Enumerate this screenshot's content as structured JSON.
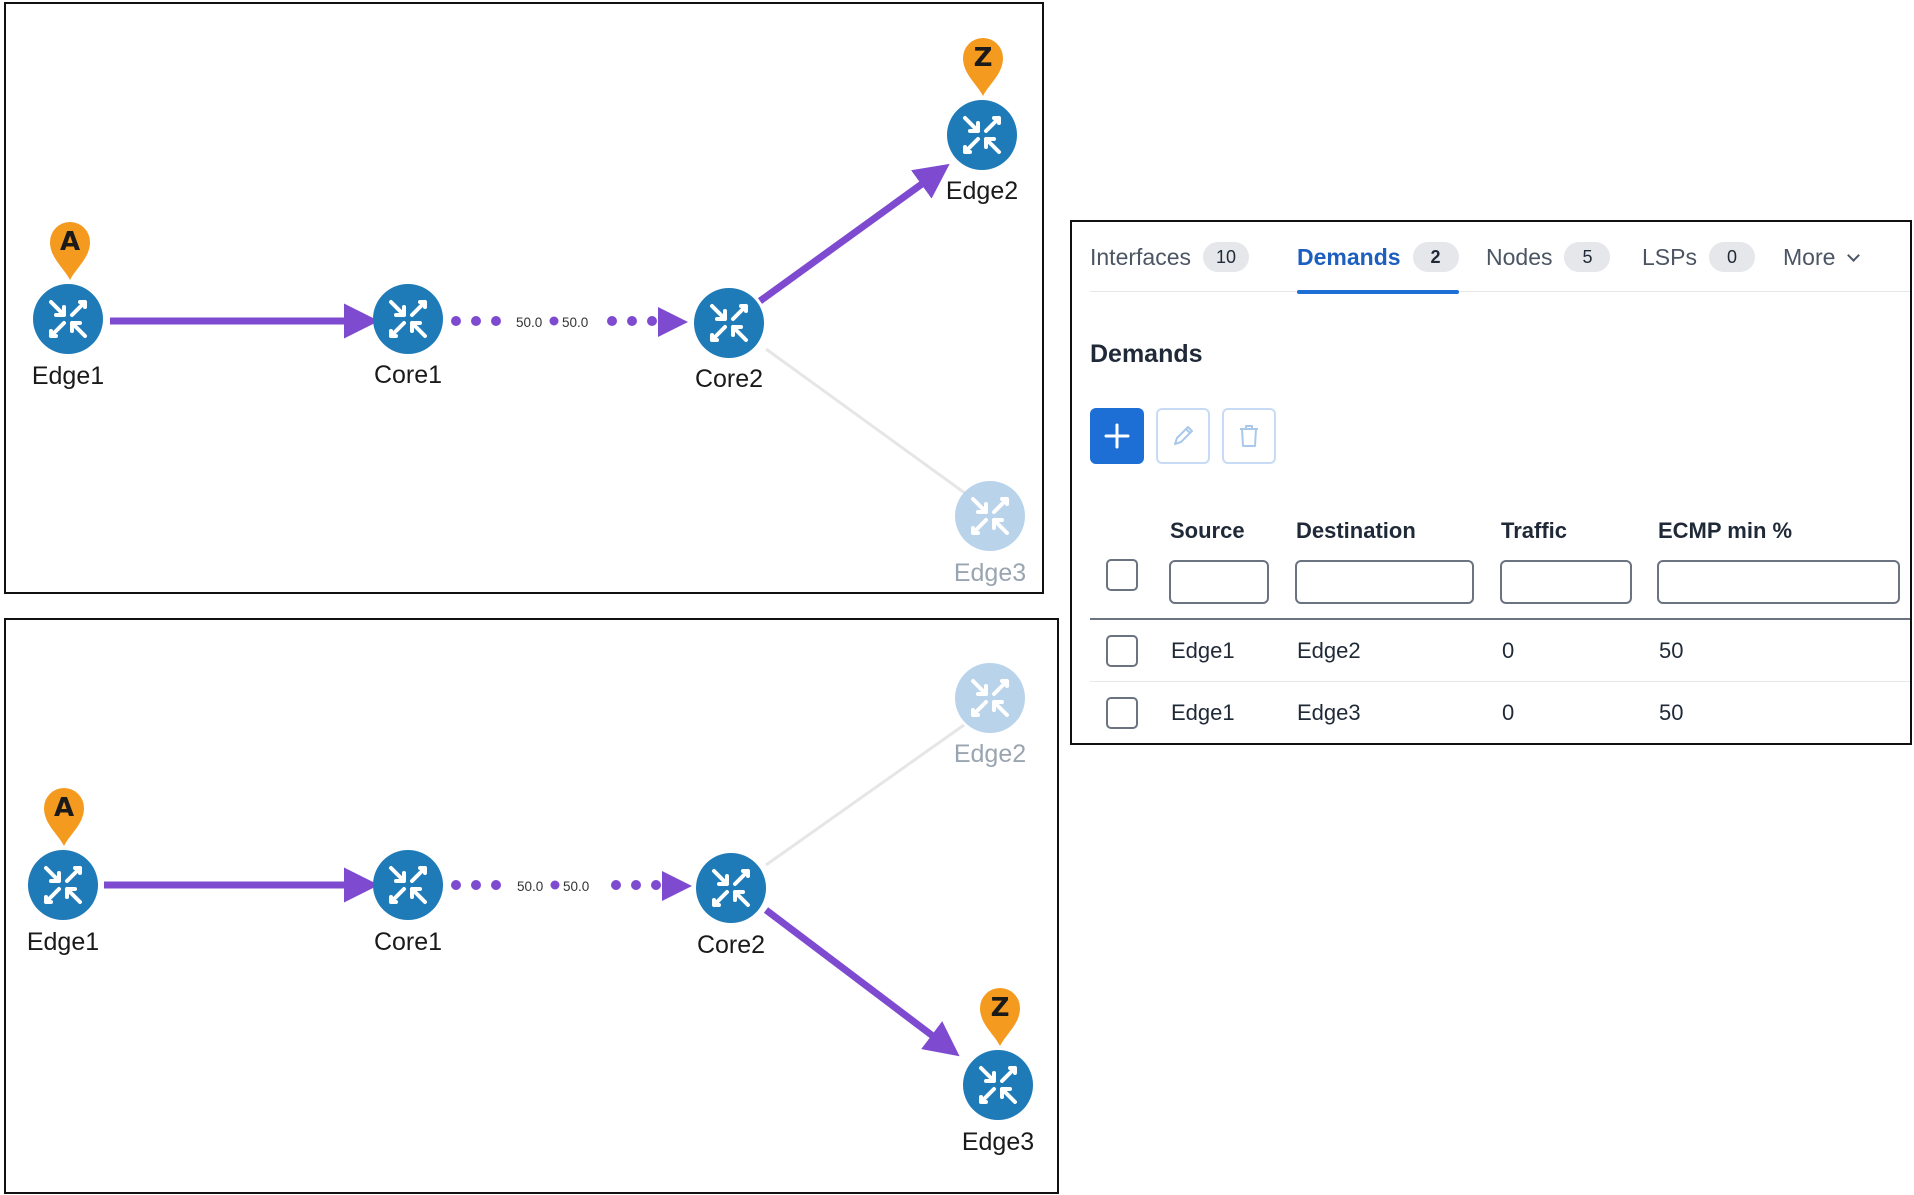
{
  "topology_top": {
    "nodes": {
      "edge1": "Edge1",
      "core1": "Core1",
      "core2": "Core2",
      "edge2": "Edge2",
      "edge3": "Edge3"
    },
    "link_labels": {
      "left": "50.0",
      "right": "50.0"
    },
    "pins": {
      "a": "A",
      "z": "Z"
    }
  },
  "topology_bottom": {
    "nodes": {
      "edge1": "Edge1",
      "core1": "Core1",
      "core2": "Core2",
      "edge2": "Edge2",
      "edge3": "Edge3"
    },
    "link_labels": {
      "left": "50.0",
      "right": "50.0"
    },
    "pins": {
      "a": "A",
      "z": "Z"
    }
  },
  "colors": {
    "router": "#1e7bb8",
    "router_faded": "#b9d3ea",
    "path": "#7e4bd0",
    "pin": "#f49a1f",
    "idle_link": "#e6e6e6",
    "accent": "#1d6fd6"
  },
  "icons": {
    "router": "router-arrows-icon",
    "pin": "map-pin-icon",
    "add": "plus-icon",
    "edit": "pencil-icon",
    "delete": "trash-icon",
    "more": "chevron-down-icon"
  },
  "tabs": [
    {
      "label": "Interfaces",
      "count": "10"
    },
    {
      "label": "Demands",
      "count": "2",
      "active": true
    },
    {
      "label": "Nodes",
      "count": "5"
    },
    {
      "label": "LSPs",
      "count": "0"
    },
    {
      "label": "More"
    }
  ],
  "section_title": "Demands",
  "table": {
    "headers": [
      "Source",
      "Destination",
      "Traffic",
      "ECMP min %"
    ],
    "rows": [
      [
        "Edge1",
        "Edge2",
        "0",
        "50"
      ],
      [
        "Edge1",
        "Edge3",
        "0",
        "50"
      ]
    ]
  }
}
